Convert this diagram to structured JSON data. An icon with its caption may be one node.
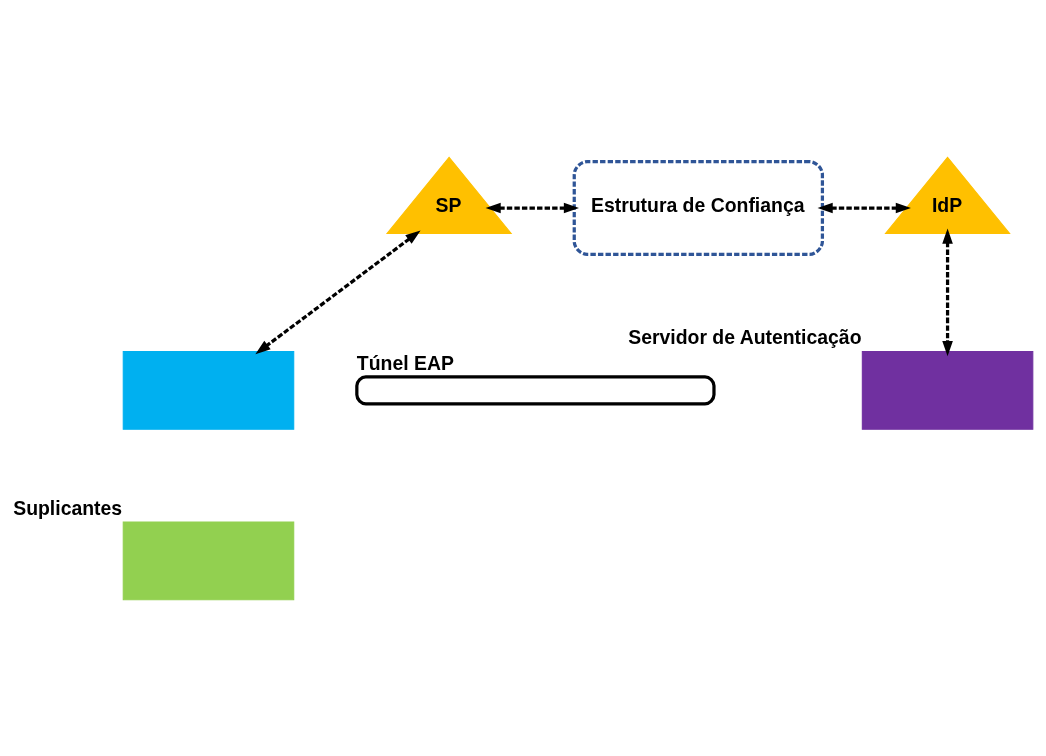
{
  "diagram": {
    "nodes": [
      {
        "text": [
          "SP"
        ]
      },
      {
        "text": [
          "Estrutura de Confiança"
        ]
      },
      {
        "text": [
          "IdP"
        ]
      },
      {
        "text": [],
        "shape": "box"
      },
      {
        "text": [],
        "shape": "box",
        "beside": [
          "Suplicantes"
        ]
      },
      {
        "text": [],
        "shape": "cylinder",
        "beside": [
          "Túnel EAP"
        ]
      },
      {
        "text": [],
        "shape": "box",
        "beside": [
          "Servidor de Autenticação"
        ]
      }
    ],
    "edges": [
      {
        "from": 0,
        "to": 1,
        "arrow": "both",
        "style": "dashed"
      },
      {
        "from": 1,
        "to": 2,
        "arrow": "both",
        "style": "dashed"
      },
      {
        "from": 0,
        "to": 3,
        "arrow": "both",
        "style": "dashed"
      },
      {
        "from": 2,
        "to": 6,
        "arrow": "both",
        "style": "dashed"
      }
    ]
  }
}
